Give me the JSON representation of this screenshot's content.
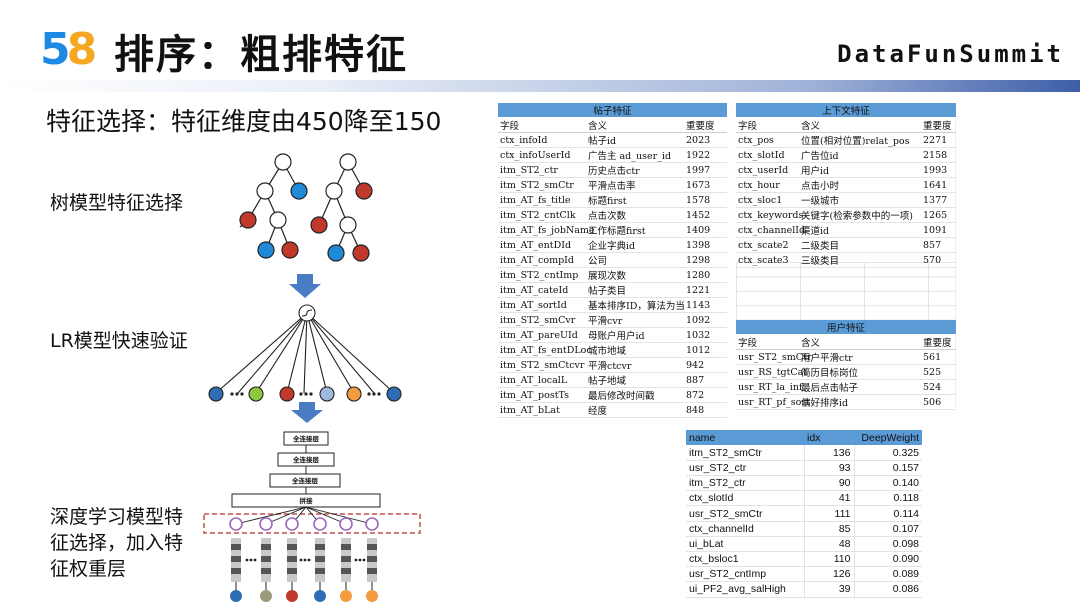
{
  "header": {
    "logo_digit_5": "5",
    "logo_digit_8": "8",
    "title": "排序：粗排特征",
    "brand": "DataFunSummit"
  },
  "subtitle": "特征选择：特征维度由450降至150",
  "side_labels": {
    "tree": "树模型特征选择",
    "lr": "LR模型快速验证",
    "dl": "深度学习模型特征选择，加入特征权重层"
  },
  "dnn_layers": {
    "fc1": "全连接层",
    "fc2": "全连接层",
    "fc3": "全连接层",
    "concat": "拼接"
  },
  "post_features": {
    "title": "帖子特征",
    "columns": [
      "字段",
      "含义",
      "重要度"
    ],
    "rows": [
      [
        "ctx_infoId",
        "帖子id",
        "2023"
      ],
      [
        "ctx_infoUserId",
        "广告主 ad_user_id",
        "1922"
      ],
      [
        "itm_ST2_ctr",
        "历史点击ctr",
        "1997"
      ],
      [
        "itm_ST2_smCtr",
        "平滑点击率",
        "1673"
      ],
      [
        "itm_AT_fs_title",
        "标题first",
        "1578"
      ],
      [
        "itm_ST2_cntClk",
        "点击次数",
        "1452"
      ],
      [
        "itm_AT_fs_jobName",
        "工作标题first",
        "1409"
      ],
      [
        "itm_AT_entDId",
        "企业字典id",
        "1398"
      ],
      [
        "itm_AT_compId",
        "公司",
        "1298"
      ],
      [
        "itm_ST2_cntImp",
        "展现次数",
        "1280"
      ],
      [
        "itm_AT_cateId",
        "帖子类目",
        "1221"
      ],
      [
        "itm_AT_sortId",
        "基本排序ID，算法为当",
        "1143"
      ],
      [
        "itm_ST2_smCvr",
        "平滑cvr",
        "1092"
      ],
      [
        "itm_AT_pareUId",
        "母账户用户id",
        "1032"
      ],
      [
        "itm_AT_fs_entDLoc",
        "城市地域",
        "1012"
      ],
      [
        "itm_ST2_smCtcvr",
        "平滑ctcvr",
        "942"
      ],
      [
        "itm_AT_localL",
        "帖子地域",
        "887"
      ],
      [
        "itm_AT_postTs",
        "最后修改时间戳",
        "872"
      ],
      [
        "itm_AT_bLat",
        "经度",
        "848"
      ]
    ]
  },
  "context_features": {
    "title": "上下文特征",
    "columns": [
      "字段",
      "含义",
      "重要度"
    ],
    "rows": [
      [
        "ctx_pos",
        "位置(相对位置)relat_pos",
        "2271"
      ],
      [
        "ctx_slotId",
        "广告位id",
        "2158"
      ],
      [
        "ctx_userId",
        "用户id",
        "1993"
      ],
      [
        "ctx_hour",
        "点击小时",
        "1641"
      ],
      [
        "ctx_sloc1",
        "一级城市",
        "1377"
      ],
      [
        "ctx_keywords",
        "关键字(检索参数中的一项)",
        "1265"
      ],
      [
        "ctx_channelId",
        "渠道id",
        "1091"
      ],
      [
        "ctx_scate2",
        "二级类目",
        "857"
      ],
      [
        "ctx_scate3",
        "三级类目",
        "570"
      ]
    ]
  },
  "user_features": {
    "title": "用户特征",
    "columns": [
      "字段",
      "含义",
      "重要度"
    ],
    "rows": [
      [
        "usr_ST2_smCtr",
        "用户平滑ctr",
        "561"
      ],
      [
        "usr_RS_tgtCat",
        "简历目标岗位",
        "525"
      ],
      [
        "usr_RT_la_inf",
        "最后点击帖子",
        "524"
      ],
      [
        "usr_RT_pf_sort",
        "偏好排序id",
        "506"
      ]
    ]
  },
  "deep_weight": {
    "columns": [
      "name",
      "idx",
      "DeepWeight"
    ],
    "rows": [
      [
        "itm_ST2_smCtr",
        "136",
        "0.325"
      ],
      [
        "usr_ST2_ctr",
        "93",
        "0.157"
      ],
      [
        "itm_ST2_ctr",
        "90",
        "0.140"
      ],
      [
        "ctx_slotId",
        "41",
        "0.118"
      ],
      [
        "usr_ST2_smCtr",
        "111",
        "0.114"
      ],
      [
        "ctx_channelId",
        "85",
        "0.107"
      ],
      [
        "ui_bLat",
        "48",
        "0.098"
      ],
      [
        "ctx_bsloc1",
        "110",
        "0.090"
      ],
      [
        "usr_ST2_cntImp",
        "126",
        "0.089"
      ],
      [
        "ui_PF2_avg_salHigh",
        "39",
        "0.086"
      ]
    ]
  },
  "colors": {
    "accent_blue": "#5b9bd5",
    "node_red": "#c0392b",
    "node_blue": "#1f8ad6",
    "node_orange": "#f39c3d",
    "arrow_blue": "#4a7cc6",
    "dashed_red": "#c0504d"
  }
}
